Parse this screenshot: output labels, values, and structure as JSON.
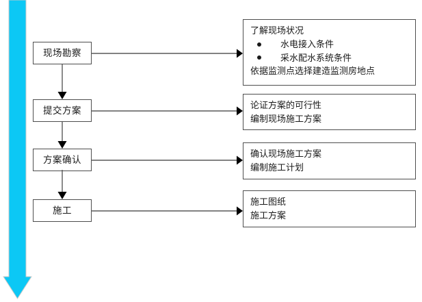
{
  "diagram": {
    "title_present": false,
    "background_color": "#ffffff",
    "accent_color": "#0cc8f5",
    "border_color": "#4d4d4d",
    "text_color": "#1a1a1a",
    "flow_direction_icon": "down-arrow-icon",
    "steps": [
      {
        "id": "site-survey",
        "label": "现场勘察",
        "detail_lines": [
          {
            "type": "text",
            "text": "了解现场状况"
          },
          {
            "type": "bullet",
            "text": "水电接入条件"
          },
          {
            "type": "bullet",
            "text": "采水配水系统条件"
          },
          {
            "type": "text",
            "text": "依据监测点选择建造监测房地点"
          }
        ]
      },
      {
        "id": "submit-plan",
        "label": "提交方案",
        "detail_lines": [
          {
            "type": "text",
            "text": "论证方案的可行性"
          },
          {
            "type": "text",
            "text": "编制现场施工方案"
          }
        ]
      },
      {
        "id": "confirm-plan",
        "label": "方案确认",
        "detail_lines": [
          {
            "type": "text",
            "text": "确认现场施工方案"
          },
          {
            "type": "text",
            "text": "编制施工计划"
          }
        ]
      },
      {
        "id": "construction",
        "label": "施工",
        "detail_lines": [
          {
            "type": "text",
            "text": "施工图纸"
          },
          {
            "type": "text",
            "text": "施工方案"
          }
        ]
      }
    ]
  }
}
